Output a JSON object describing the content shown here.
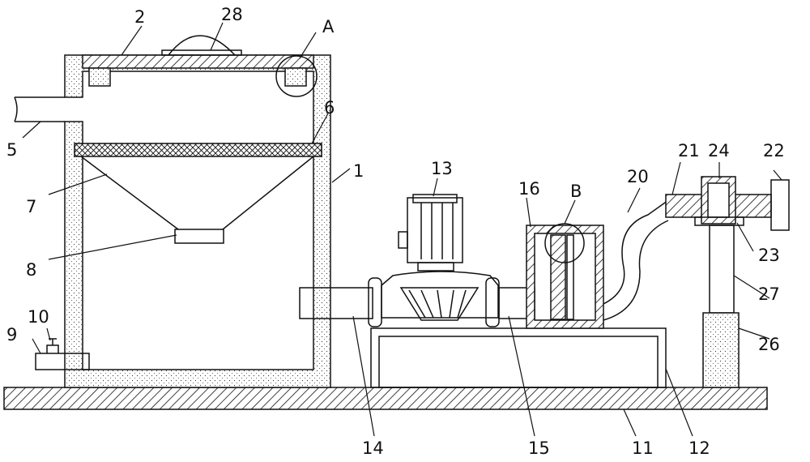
{
  "labels": {
    "l1": "1",
    "l2": "2",
    "l5": "5",
    "l6": "6",
    "l7": "7",
    "l8": "8",
    "l9": "9",
    "l10": "10",
    "l11": "11",
    "l12": "12",
    "l13": "13",
    "l14": "14",
    "l15": "15",
    "l16": "16",
    "l20": "20",
    "l21": "21",
    "l22": "22",
    "l23": "23",
    "l24": "24",
    "l26": "26",
    "l27": "27",
    "l28": "28",
    "lA": "A",
    "lB": "B"
  },
  "colors": {
    "line": "#111111",
    "background": "#ffffff"
  }
}
